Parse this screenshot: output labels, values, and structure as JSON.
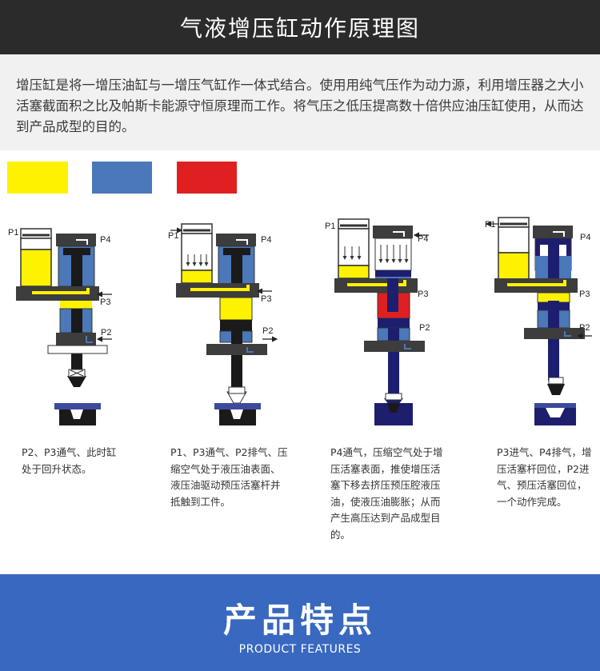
{
  "header": {
    "title": "气液增压缸动作原理图"
  },
  "intro": {
    "text": "增压缸是将一增压油缸与一增压气缸作一体式结合。使用用纯气压作为动力源，利用增压器之大小活塞截面积之比及帕斯卡能源守恒原理而工作。将气压之低压提高数十倍供应油压缸使用，从而达到产品成型的目的。"
  },
  "legend": {
    "colors": [
      "#fff200",
      "#4a78b8",
      "#e02020"
    ]
  },
  "ports": {
    "p1": "P1",
    "p2": "P2",
    "p3": "P3",
    "p4": "P4"
  },
  "stages": [
    {
      "caption": "P2、P3通气、此时缸处于回升状态。"
    },
    {
      "caption": "P1、P3通气、P2排气、压缩空气处于液压油表面、液压油驱动预压活塞杆并抵触到工件。"
    },
    {
      "caption": "P4通气，压缩空气处于增压活塞表面，推使增压活塞下移去挤压预压腔液压油，使液压油膨胀；从而产生高压达到产品成型目的。"
    },
    {
      "caption": "P3进气、P4排气，增压活塞杆回位，P2进气、预压活塞回位，一个动作完成。"
    }
  ],
  "footer": {
    "title": "产品特点",
    "subtitle": "PRODUCT FEATURES"
  }
}
